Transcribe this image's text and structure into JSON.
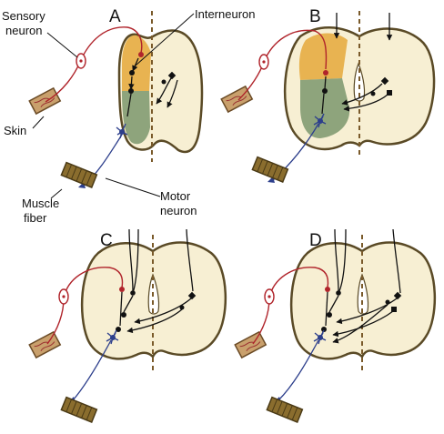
{
  "panels": [
    {
      "id": "A",
      "label": "A"
    },
    {
      "id": "B",
      "label": "B"
    },
    {
      "id": "C",
      "label": "C"
    },
    {
      "id": "D",
      "label": "D"
    }
  ],
  "labels": {
    "sensory_line1": "Sensory",
    "sensory_line2": "neuron",
    "interneuron": "Interneuron",
    "skin": "Skin",
    "muscle_line1": "Muscle",
    "muscle_line2": "fiber",
    "motor_line1": "Motor",
    "motor_line2": "neuron"
  },
  "colors": {
    "cord_fill": "#f7efd3",
    "cord_outline": "#5a4a26",
    "dorsal_region": "#e8b351",
    "ventral_region": "#8ea47c",
    "sensory_neuron": "#b0242b",
    "motor_neuron": "#2d3f8c",
    "midline": "#7a5a2a",
    "skin": "#c9a06c",
    "muscle": "#8a6d2e"
  }
}
